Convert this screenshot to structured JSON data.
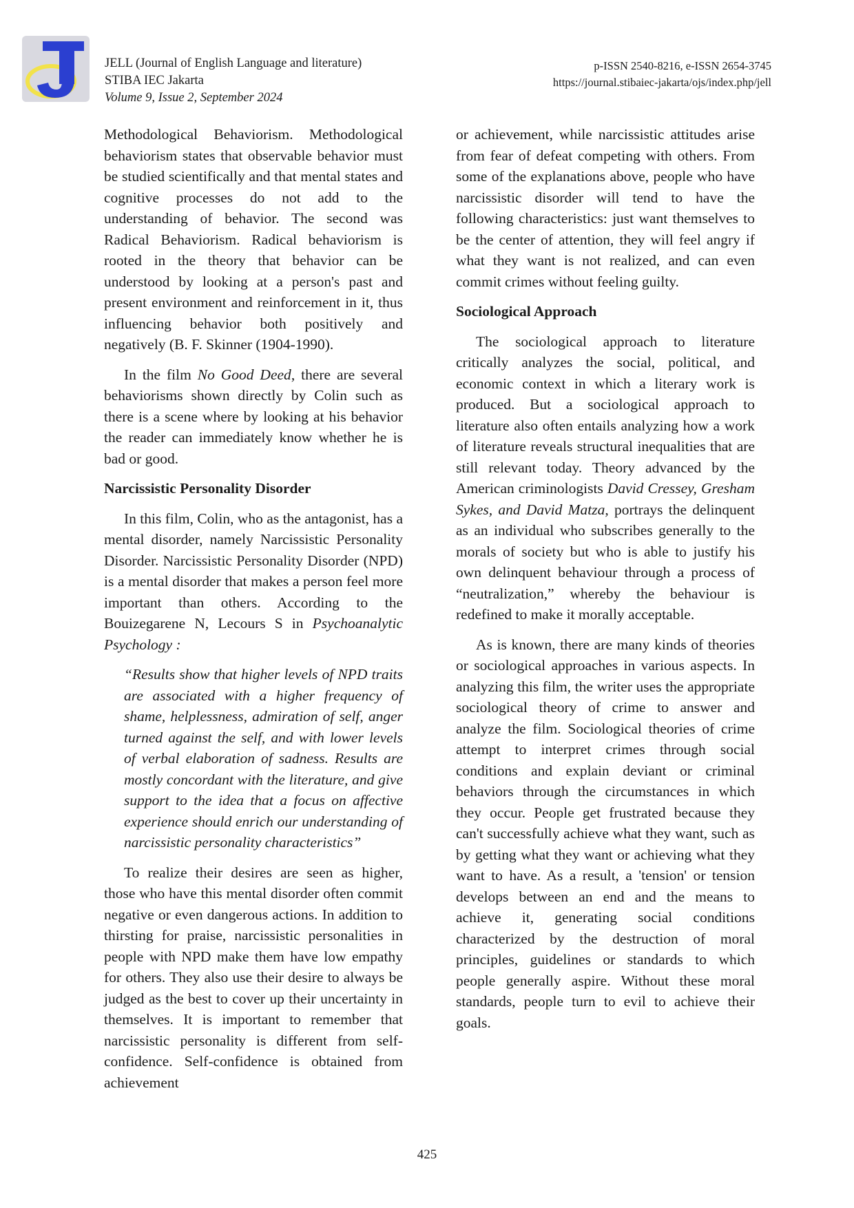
{
  "header": {
    "journal": "JELL (Journal of English Language and literature)",
    "publisher": "STIBA IEC Jakarta",
    "volume": "Volume 9, Issue 2, September 2024",
    "issn": "p-ISSN 2540-8216, e-ISSN 2654-3745",
    "url": "https://journal.stibaiec-jakarta/ojs/index.php/jell"
  },
  "left": {
    "p1": "Methodological Behaviorism. Methodological behaviorism states that observable behavior must be studied scientifically and that mental states and cognitive processes do not add to the understanding of behavior. The second was Radical Behaviorism. Radical behaviorism is rooted in the theory that behavior can be understood by looking at a person's past and present environment and reinforcement in it, thus influencing behavior both positively and negatively (B. F. Skinner (1904-1990).",
    "p2a": "In the film ",
    "p2film": "No Good Deed",
    "p2b": ", there are several behaviorisms shown directly by Colin such as there is a scene where by looking at his behavior the reader can immediately know whether he is bad or good.",
    "h1": "Narcissistic Personality Disorder",
    "p3a": "In this film, Colin, who as the antagonist, has a mental disorder, namely Narcissistic Personality Disorder. Narcissistic Personality Disorder (NPD) is a mental disorder that makes a person feel more important than others. According to the Bouizegarene N, Lecours S in ",
    "p3src": "Psychoanalytic Psychology :",
    "quote": "“Results show that higher levels of NPD traits are associated with a higher frequency of shame, helplessness, admiration of self, anger turned against the self, and with lower levels of verbal elaboration of sadness. Results are mostly concordant with the literature, and give support to the idea that a focus on affective experience should enrich our understanding of narcissistic personality characteristics”",
    "p4": "To realize their desires are seen as higher, those who have this mental disorder often commit negative or even dangerous actions. In addition to thirsting for praise, narcissistic personalities in people with NPD make them have low empathy for others. They also use their desire to always be judged as the best to cover up their uncertainty in themselves. It is important to remember that narcissistic personality is different from self-confidence. Self-confidence is obtained from achievement"
  },
  "right": {
    "p1": "or achievement, while narcissistic attitudes arise from fear of defeat competing with others. From some of the explanations above, people who have narcissistic disorder will tend to have the following characteristics: just want themselves to be the center of attention, they will feel angry if what they want is not realized, and can even commit crimes without feeling guilty.",
    "h1": "Sociological Approach",
    "p2a": "The sociological approach to literature critically analyzes the social, political, and economic context in which a literary work is produced. But a sociological approach to literature also often entails analyzing how a work of literature reveals structural inequalities that are still relevant today. Theory advanced by the American criminologists ",
    "p2names": "David Cressey, Gresham Sykes, and David Matza",
    "p2b": ", portrays the delinquent as an individual who subscribes generally to the morals of society but who is able to justify his own delinquent behaviour through a process of “neutralization,” whereby the behaviour is redefined to make it morally acceptable.",
    "p3": "As is known, there are many kinds of theories or sociological approaches in various aspects. In analyzing this film, the writer uses the appropriate sociological theory of crime to answer and analyze the film. Sociological theories of crime attempt to interpret crimes through social conditions and explain deviant or criminal behaviors through the circumstances in which they occur. People get frustrated because they can't successfully achieve what they want, such as by getting what they want or achieving what they want to have. As a result, a 'tension' or tension develops between an end and the means to achieve it, generating social conditions characterized by the destruction of moral principles, guidelines or standards to which people generally aspire. Without these moral standards, people turn to evil to achieve their goals."
  },
  "page_number": "425",
  "logo": {
    "icon": "journal-j-logo",
    "colors": {
      "blue": "#2b3fd0",
      "yellow": "#f2e24a",
      "gray": "#d9d9e0"
    }
  }
}
